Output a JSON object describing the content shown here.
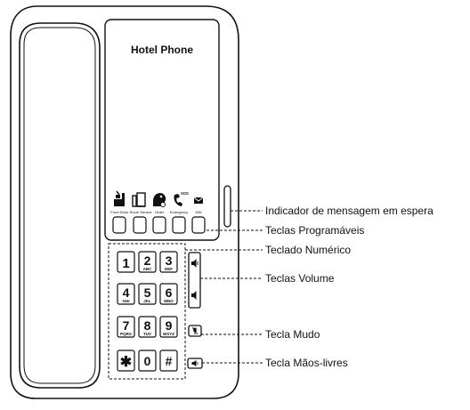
{
  "screen": {
    "title": "Hotel Phone"
  },
  "programmable_keys": [
    {
      "icon": "front-desk-icon",
      "label": "Front Desk"
    },
    {
      "icon": "room-service-icon",
      "label": "Room Service"
    },
    {
      "icon": "order-icon",
      "label": "Order"
    },
    {
      "icon": "emergency-icon",
      "label": "Emergency",
      "badge": "SOS"
    },
    {
      "icon": "mail-icon",
      "label": "MW"
    }
  ],
  "keypad": [
    {
      "digit": "1",
      "letters": ""
    },
    {
      "digit": "2",
      "letters": "ABC"
    },
    {
      "digit": "3",
      "letters": "DEF"
    },
    {
      "digit": "4",
      "letters": "GHI"
    },
    {
      "digit": "5",
      "letters": "JKL"
    },
    {
      "digit": "6",
      "letters": "MNO"
    },
    {
      "digit": "7",
      "letters": "PQRS"
    },
    {
      "digit": "8",
      "letters": "TUV"
    },
    {
      "digit": "9",
      "letters": "WXYZ"
    },
    {
      "digit": "✱",
      "letters": ""
    },
    {
      "digit": "0",
      "letters": ""
    },
    {
      "digit": "#",
      "letters": ""
    }
  ],
  "callouts": {
    "message_indicator": "Indicador de mensagem em espera",
    "programmable_keys": "Teclas Programáveis",
    "numeric_keypad": "Teclado Numérico",
    "volume_keys": "Teclas Volume",
    "mute_key": "Tecla Mudo",
    "handsfree_key": "Tecla Mãos-livres"
  }
}
